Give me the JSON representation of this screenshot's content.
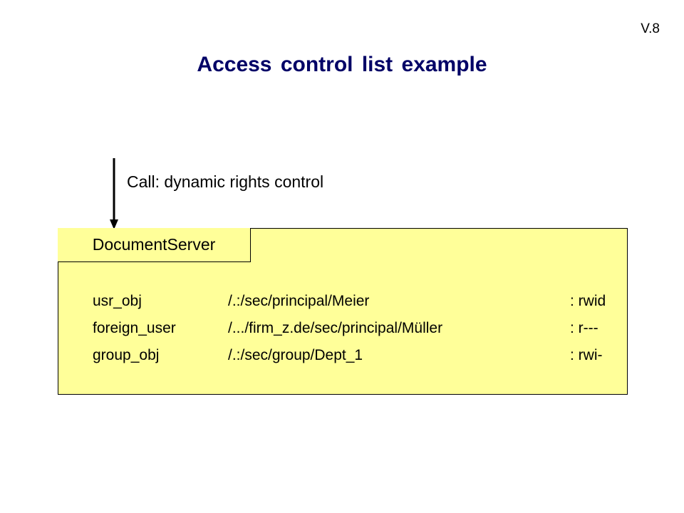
{
  "slide_number": "V.8",
  "title": "Access control list example",
  "call_label": "Call: dynamic rights control",
  "server": {
    "name": "DocumentServer",
    "acl_entries": [
      {
        "name": "usr_obj",
        "path": "/.:/sec/principal/Meier",
        "rights": ": rwid"
      },
      {
        "name": "foreign_user",
        "path": "/.../firm_z.de/sec/principal/Müller",
        "rights": ": r---"
      },
      {
        "name": "group_obj",
        "path": "/.:/sec/group/Dept_1",
        "rights": ": rwi-"
      }
    ]
  },
  "colors": {
    "title": "#000066",
    "box_fill": "#ffff99",
    "text": "#000000"
  }
}
